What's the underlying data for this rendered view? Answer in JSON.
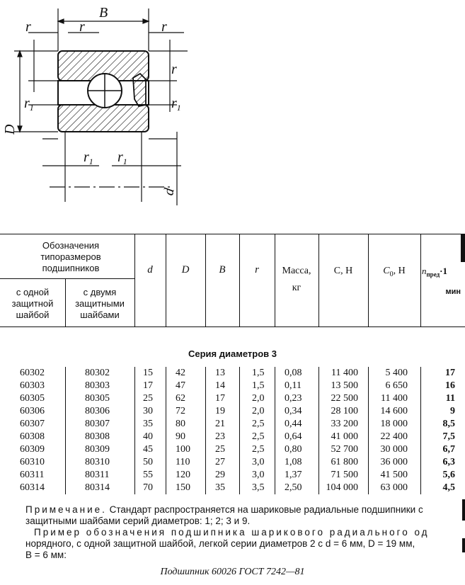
{
  "drawing": {
    "labels": {
      "B": "B",
      "r": "r",
      "r1": "r",
      "r1_sub": "1",
      "D": "D",
      "d": "d"
    }
  },
  "header": {
    "group_title": "Обозначения типоразмеров подшипников",
    "col_one_shield": "с одной защитной шайбой",
    "col_two_shields": "с двумя защитными шайбами",
    "col_d": "d",
    "col_D": "D",
    "col_B": "B",
    "col_r": "r",
    "col_mass": "Масса,",
    "col_mass_unit": "кг",
    "col_C": "C, Н",
    "col_C0_sym": "C",
    "col_C0_sub": "0",
    "col_C0_unit": ", Н",
    "col_n_sym": "n",
    "col_n_sub": "пред",
    "col_n_tail": "·1",
    "col_n_unit": "мин"
  },
  "series_title": "Серия диаметров 3",
  "rows": [
    {
      "one": "60302",
      "two": "80302",
      "d": "15",
      "D": "42",
      "B": "13",
      "r": "1,5",
      "mass": "0,08",
      "C": "11 400",
      "C0": "5 400",
      "n": "17"
    },
    {
      "one": "60303",
      "two": "80303",
      "d": "17",
      "D": "47",
      "B": "14",
      "r": "1,5",
      "mass": "0,11",
      "C": "13 500",
      "C0": "6 650",
      "n": "16"
    },
    {
      "one": "60305",
      "two": "80305",
      "d": "25",
      "D": "62",
      "B": "17",
      "r": "2,0",
      "mass": "0,23",
      "C": "22 500",
      "C0": "11 400",
      "n": "11"
    },
    {
      "one": "60306",
      "two": "80306",
      "d": "30",
      "D": "72",
      "B": "19",
      "r": "2,0",
      "mass": "0,34",
      "C": "28 100",
      "C0": "14 600",
      "n": "9"
    },
    {
      "one": "60307",
      "two": "80307",
      "d": "35",
      "D": "80",
      "B": "21",
      "r": "2,5",
      "mass": "0,44",
      "C": "33 200",
      "C0": "18 000",
      "n": "8,5"
    },
    {
      "one": "60308",
      "two": "80308",
      "d": "40",
      "D": "90",
      "B": "23",
      "r": "2,5",
      "mass": "0,64",
      "C": "41 000",
      "C0": "22 400",
      "n": "7,5"
    },
    {
      "one": "60309",
      "two": "80309",
      "d": "45",
      "D": "100",
      "B": "25",
      "r": "2,5",
      "mass": "0,80",
      "C": "52 700",
      "C0": "30 000",
      "n": "6,7"
    },
    {
      "one": "60310",
      "two": "80310",
      "d": "50",
      "D": "110",
      "B": "27",
      "r": "3,0",
      "mass": "1,08",
      "C": "61 800",
      "C0": "36 000",
      "n": "6,3"
    },
    {
      "one": "60311",
      "two": "80311",
      "d": "55",
      "D": "120",
      "B": "29",
      "r": "3,0",
      "mass": "1,37",
      "C": "71 500",
      "C0": "41 500",
      "n": "5,6"
    },
    {
      "one": "60314",
      "two": "80314",
      "d": "70",
      "D": "150",
      "B": "35",
      "r": "3,5",
      "mass": "2,50",
      "C": "104 000",
      "C0": "63 000",
      "n": "4,5"
    }
  ],
  "note": {
    "label": "Примечание.",
    "text": " Стандарт распространяется на шариковые радиальные подшипники с защитными шайбами серий диаметров: 1; 2; 3 и 9.",
    "example_label": "Пример обозначения подшипника шарикового радиального од",
    "example_text": "норядного, с одной защитной шайбой, легкой серии диаметров 2 с d = 6 мм, D = 19 мм,",
    "example_tail": "B = 6 мм:"
  },
  "designation": "Подшипник 60026 ГОСТ 7242—81"
}
